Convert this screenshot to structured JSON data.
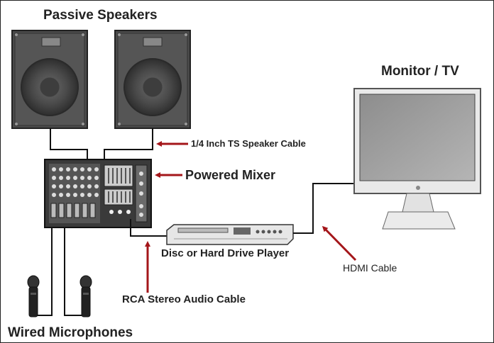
{
  "labels": {
    "passive_speakers": "Passive Speakers",
    "monitor_tv": "Monitor / TV",
    "ts_speaker_cable": "1/4 Inch TS Speaker Cable",
    "powered_mixer": "Powered Mixer",
    "disc_player": "Disc or Hard Drive Player",
    "hdmi_cable": "HDMI Cable",
    "rca_cable": "RCA Stereo Audio Cable",
    "wired_microphones": "Wired Microphones"
  },
  "colors": {
    "arrow": "#a4161a",
    "cable": "#111111",
    "equipment_dark": "#3a3a3a",
    "equipment_light": "#e8e8e8"
  }
}
